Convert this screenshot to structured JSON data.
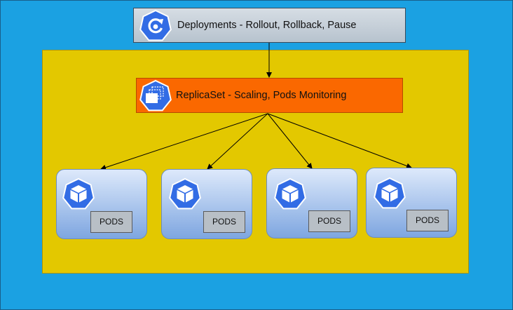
{
  "diagram": {
    "deployment": {
      "label": "Deployments - Rollout, Rollback, Pause",
      "icon": "kubernetes-deployment-icon"
    },
    "replicaset": {
      "label": "ReplicaSet - Scaling, Pods Monitoring",
      "icon": "kubernetes-replicaset-icon"
    },
    "pods": [
      {
        "label": "PODS",
        "icon": "kubernetes-pod-icon"
      },
      {
        "label": "PODS",
        "icon": "kubernetes-pod-icon"
      },
      {
        "label": "PODS",
        "icon": "kubernetes-pod-icon"
      },
      {
        "label": "PODS",
        "icon": "kubernetes-pod-icon"
      }
    ],
    "colors": {
      "background": "#1ba1e2",
      "cluster_area": "#e3c800",
      "replicaset_box": "#fa6800",
      "deployment_box": "#c5ced7",
      "k8s_icon": "#326ce5",
      "pod_card_top": "#dde9fb",
      "pod_card_bottom": "#7ea6e0"
    }
  }
}
